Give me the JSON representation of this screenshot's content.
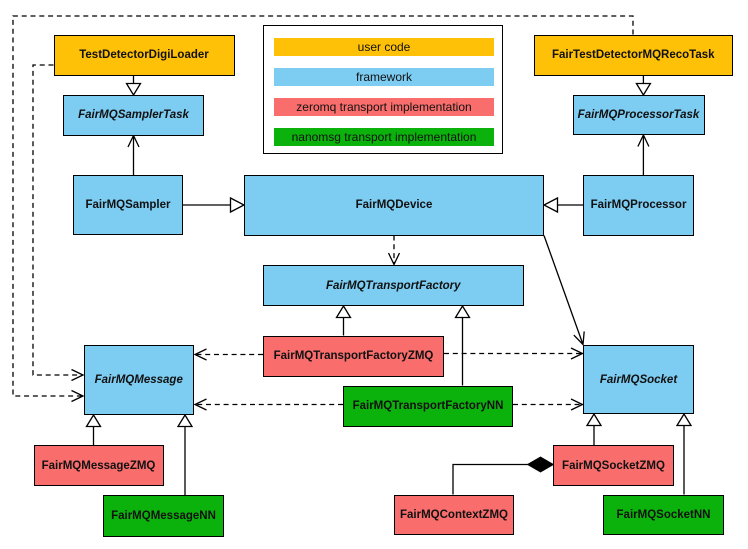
{
  "colors": {
    "user_code": "#FFC107",
    "framework": "#7DCCF2",
    "zeromq": "#F96D6D",
    "nanomsg": "#0CB20C",
    "line": "#000000",
    "background": "#ffffff"
  },
  "legend": {
    "items": [
      {
        "label": "user code",
        "color": "user_code"
      },
      {
        "label": "framework",
        "color": "framework"
      },
      {
        "label": "zeromq transport implementation",
        "color": "zeromq"
      },
      {
        "label": "nanomsg transport implementation",
        "color": "nanomsg"
      }
    ]
  },
  "nodes": [
    {
      "id": "TestDetectorDigiLoader",
      "label": "TestDetectorDigiLoader",
      "category": "user_code",
      "abstract": false
    },
    {
      "id": "FairTestDetectorMQRecoTask",
      "label": "FairTestDetectorMQRecoTask",
      "category": "user_code",
      "abstract": false
    },
    {
      "id": "FairMQSamplerTask",
      "label": "FairMQSamplerTask",
      "category": "framework",
      "abstract": true
    },
    {
      "id": "FairMQProcessorTask",
      "label": "FairMQProcessorTask",
      "category": "framework",
      "abstract": true
    },
    {
      "id": "FairMQSampler",
      "label": "FairMQSampler",
      "category": "framework",
      "abstract": false
    },
    {
      "id": "FairMQDevice",
      "label": "FairMQDevice",
      "category": "framework",
      "abstract": false
    },
    {
      "id": "FairMQProcessor",
      "label": "FairMQProcessor",
      "category": "framework",
      "abstract": false
    },
    {
      "id": "FairMQTransportFactory",
      "label": "FairMQTransportFactory",
      "category": "framework",
      "abstract": true
    },
    {
      "id": "FairMQTransportFactoryZMQ",
      "label": "FairMQTransportFactoryZMQ",
      "category": "zeromq",
      "abstract": false
    },
    {
      "id": "FairMQTransportFactoryNN",
      "label": "FairMQTransportFactoryNN",
      "category": "nanomsg",
      "abstract": false
    },
    {
      "id": "FairMQMessage",
      "label": "FairMQMessage",
      "category": "framework",
      "abstract": true
    },
    {
      "id": "FairMQSocket",
      "label": "FairMQSocket",
      "category": "framework",
      "abstract": true
    },
    {
      "id": "FairMQMessageZMQ",
      "label": "FairMQMessageZMQ",
      "category": "zeromq",
      "abstract": false
    },
    {
      "id": "FairMQMessageNN",
      "label": "FairMQMessageNN",
      "category": "nanomsg",
      "abstract": false
    },
    {
      "id": "FairMQSocketZMQ",
      "label": "FairMQSocketZMQ",
      "category": "zeromq",
      "abstract": false
    },
    {
      "id": "FairMQContextZMQ",
      "label": "FairMQContextZMQ",
      "category": "zeromq",
      "abstract": false
    },
    {
      "id": "FairMQSocketNN",
      "label": "FairMQSocketNN",
      "category": "nanomsg",
      "abstract": false
    }
  ],
  "edges": [
    {
      "from": "TestDetectorDigiLoader",
      "to": "FairMQSamplerTask",
      "type": "inheritance"
    },
    {
      "from": "FairTestDetectorMQRecoTask",
      "to": "FairMQProcessorTask",
      "type": "inheritance"
    },
    {
      "from": "FairMQSampler",
      "to": "FairMQDevice",
      "type": "inheritance"
    },
    {
      "from": "FairMQProcessor",
      "to": "FairMQDevice",
      "type": "inheritance"
    },
    {
      "from": "FairMQTransportFactoryZMQ",
      "to": "FairMQTransportFactory",
      "type": "inheritance"
    },
    {
      "from": "FairMQTransportFactoryNN",
      "to": "FairMQTransportFactory",
      "type": "inheritance"
    },
    {
      "from": "FairMQMessageZMQ",
      "to": "FairMQMessage",
      "type": "inheritance"
    },
    {
      "from": "FairMQMessageNN",
      "to": "FairMQMessage",
      "type": "inheritance"
    },
    {
      "from": "FairMQSocketZMQ",
      "to": "FairMQSocket",
      "type": "inheritance"
    },
    {
      "from": "FairMQSocketNN",
      "to": "FairMQSocket",
      "type": "inheritance"
    },
    {
      "from": "FairMQSampler",
      "to": "FairMQSamplerTask",
      "type": "association"
    },
    {
      "from": "FairMQProcessor",
      "to": "FairMQProcessorTask",
      "type": "association"
    },
    {
      "from": "FairMQDevice",
      "to": "FairMQSocket",
      "type": "association"
    },
    {
      "from": "FairMQDevice",
      "to": "FairMQTransportFactory",
      "type": "dependency"
    },
    {
      "from": "FairMQTransportFactoryZMQ",
      "to": "FairMQMessage",
      "type": "dependency"
    },
    {
      "from": "FairMQTransportFactoryZMQ",
      "to": "FairMQSocket",
      "type": "dependency"
    },
    {
      "from": "FairMQTransportFactoryNN",
      "to": "FairMQMessage",
      "type": "dependency"
    },
    {
      "from": "FairMQTransportFactoryNN",
      "to": "FairMQSocket",
      "type": "dependency"
    },
    {
      "from": "TestDetectorDigiLoader",
      "to": "FairMQMessage",
      "type": "dependency"
    },
    {
      "from": "FairTestDetectorMQRecoTask",
      "to": "FairMQMessage",
      "type": "dependency"
    },
    {
      "from": "FairMQContextZMQ",
      "to": "FairMQSocketZMQ",
      "type": "composition"
    }
  ]
}
